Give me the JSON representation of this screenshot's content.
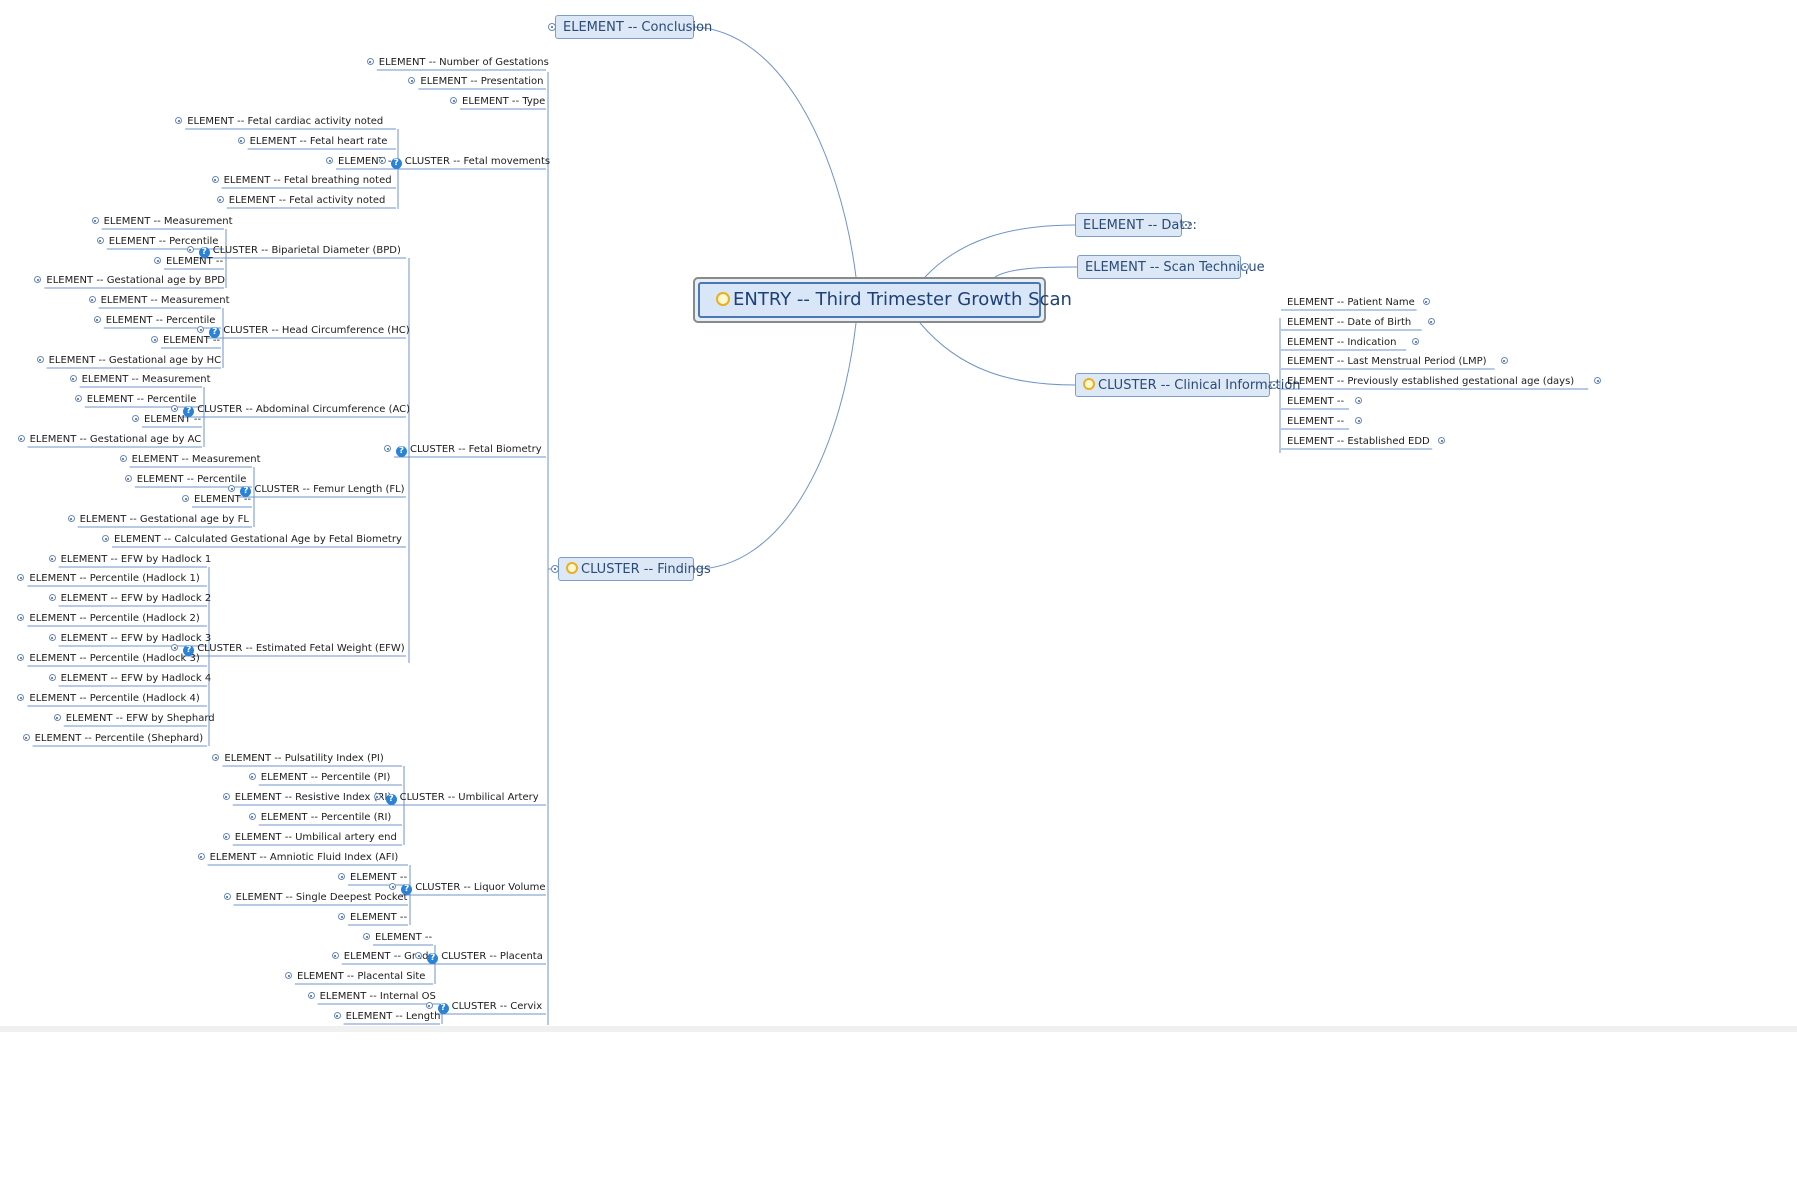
{
  "central": {
    "label": "ENTRY -- Third Trimester Growth Scan"
  },
  "conclusion": {
    "label": "ELEMENT -- Conclusion"
  },
  "findings": {
    "label": "CLUSTER -- Findings"
  },
  "date": {
    "label": "ELEMENT -- Date:"
  },
  "scan_technique": {
    "label": "ELEMENT -- Scan Technique"
  },
  "clinical": {
    "label": "CLUSTER -- Clinical Information",
    "items": [
      "ELEMENT -- Patient Name",
      "ELEMENT -- Date of Birth",
      "ELEMENT -- Indication",
      "ELEMENT -- Last Menstrual Period (LMP)",
      "ELEMENT -- Previously established gestational age (days)",
      "ELEMENT --",
      "ELEMENT --",
      "ELEMENT -- Established EDD"
    ]
  },
  "findings_direct": [
    "ELEMENT -- Number of Gestations",
    "ELEMENT -- Presentation",
    "ELEMENT -- Type"
  ],
  "fetal_movements": {
    "label": "CLUSTER -- Fetal movements",
    "items": [
      "ELEMENT -- Fetal cardiac activity noted",
      "ELEMENT -- Fetal heart rate",
      "ELEMENT --",
      "ELEMENT -- Fetal breathing noted",
      "ELEMENT -- Fetal activity noted"
    ]
  },
  "fetal_biometry": {
    "label": "CLUSTER -- Fetal Biometry",
    "calc": "ELEMENT -- Calculated Gestational Age by Fetal Biometry"
  },
  "bpd": {
    "label": "CLUSTER -- Biparietal Diameter (BPD)",
    "items": [
      "ELEMENT -- Measurement",
      "ELEMENT -- Percentile",
      "ELEMENT --",
      "ELEMENT -- Gestational age by BPD"
    ]
  },
  "hc": {
    "label": "CLUSTER -- Head Circumference (HC)",
    "items": [
      "ELEMENT -- Measurement",
      "ELEMENT -- Percentile",
      "ELEMENT --",
      "ELEMENT -- Gestational age by HC"
    ]
  },
  "ac": {
    "label": "CLUSTER -- Abdominal Circumference (AC)",
    "items": [
      "ELEMENT -- Measurement",
      "ELEMENT -- Percentile",
      "ELEMENT --",
      "ELEMENT -- Gestational age by AC"
    ]
  },
  "fl": {
    "label": "CLUSTER -- Femur Length (FL)",
    "items": [
      "ELEMENT -- Measurement",
      "ELEMENT -- Percentile",
      "ELEMENT --",
      "ELEMENT -- Gestational age by FL"
    ]
  },
  "efw": {
    "label": "CLUSTER -- Estimated Fetal Weight (EFW)",
    "items": [
      "ELEMENT -- EFW by Hadlock 1",
      "ELEMENT -- Percentile (Hadlock 1)",
      "ELEMENT -- EFW by Hadlock 2",
      "ELEMENT -- Percentile (Hadlock 2)",
      "ELEMENT -- EFW by Hadlock 3",
      "ELEMENT -- Percentile (Hadlock 3)",
      "ELEMENT -- EFW by Hadlock 4",
      "ELEMENT -- Percentile (Hadlock 4)",
      "ELEMENT -- EFW by Shephard",
      "ELEMENT -- Percentile (Shephard)"
    ]
  },
  "umbilical": {
    "label": "CLUSTER -- Umbilical Artery",
    "items": [
      "ELEMENT -- Pulsatility Index (PI)",
      "ELEMENT -- Percentile (PI)",
      "ELEMENT -- Resistive Index (RI)",
      "ELEMENT -- Percentile (RI)",
      "ELEMENT -- Umbilical artery end"
    ]
  },
  "liquor": {
    "label": "CLUSTER -- Liquor Volume",
    "items": [
      "ELEMENT -- Amniotic Fluid Index (AFI)",
      "ELEMENT --",
      "ELEMENT -- Single Deepest Pocket",
      "ELEMENT --"
    ]
  },
  "placenta": {
    "label": "CLUSTER -- Placenta",
    "items": [
      "ELEMENT --",
      "ELEMENT -- Grade",
      "ELEMENT -- Placental Site"
    ]
  },
  "cervix": {
    "label": "CLUSTER -- Cervix",
    "items": [
      "ELEMENT -- Internal OS",
      "ELEMENT -- Length"
    ]
  }
}
